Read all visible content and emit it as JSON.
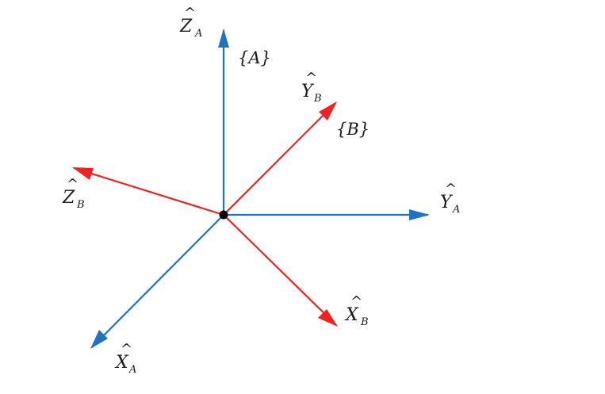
{
  "colors": {
    "frame_a": "#1f74c2",
    "frame_b": "#ee2222",
    "origin": "#000000"
  },
  "frame_a": {
    "label": "{A}",
    "axes": {
      "z": {
        "letter": "Z",
        "sub": "A"
      },
      "y": {
        "letter": "Y",
        "sub": "A"
      },
      "x": {
        "letter": "X",
        "sub": "A"
      }
    }
  },
  "frame_b": {
    "label": "{B}",
    "axes": {
      "y": {
        "letter": "Y",
        "sub": "B"
      },
      "z": {
        "letter": "Z",
        "sub": "B"
      },
      "x": {
        "letter": "X",
        "sub": "B"
      }
    }
  },
  "hat_glyph": "^"
}
